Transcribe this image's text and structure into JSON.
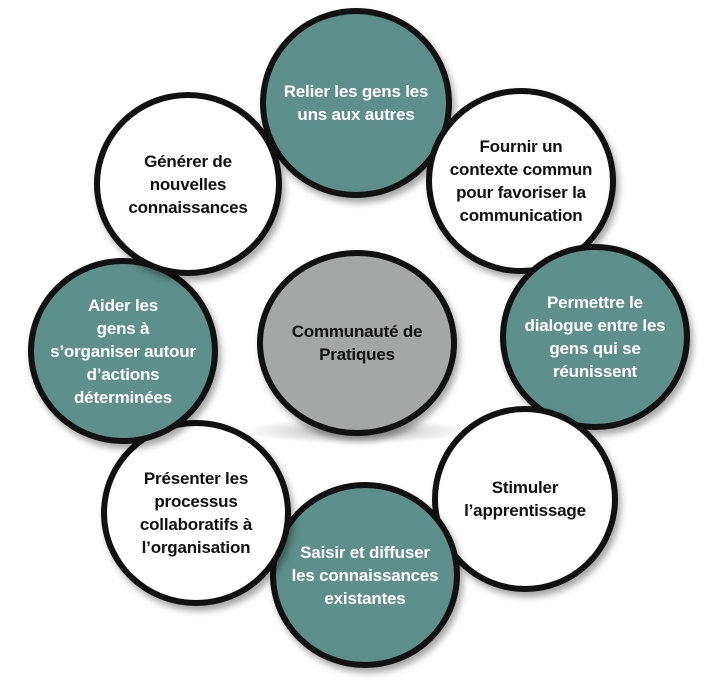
{
  "diagram": {
    "center": {
      "label": "Communauté de\nPratiques"
    },
    "nodes": [
      {
        "id": "relier",
        "label": "Relier les gens les\nuns aux autres",
        "style": "teal"
      },
      {
        "id": "fournir",
        "label": "Fournir un\ncontexte commun\npour favoriser la\ncommunication",
        "style": "white"
      },
      {
        "id": "permettre",
        "label": "Permettre le\ndialogue entre les\ngens qui se\nréunissent",
        "style": "teal"
      },
      {
        "id": "stimuler",
        "label": "Stimuler\nl’apprentissage",
        "style": "white"
      },
      {
        "id": "saisir",
        "label": "Saisir et diffuser\nles connaissances\nexistantes",
        "style": "teal"
      },
      {
        "id": "presenter",
        "label": "Présenter les\nprocessus\ncollaboratifs à\nl’organisation",
        "style": "white"
      },
      {
        "id": "aider",
        "label": "Aider les\ngens à\ns’organiser autour\nd’actions\ndéterminées",
        "style": "teal"
      },
      {
        "id": "generer",
        "label": "Générer de\nnouvelles\nconnaissances",
        "style": "white"
      }
    ],
    "colors": {
      "teal": "#5f8f8a",
      "white": "#ffffff",
      "center": "#a4a7a6",
      "border": "#111111"
    }
  }
}
